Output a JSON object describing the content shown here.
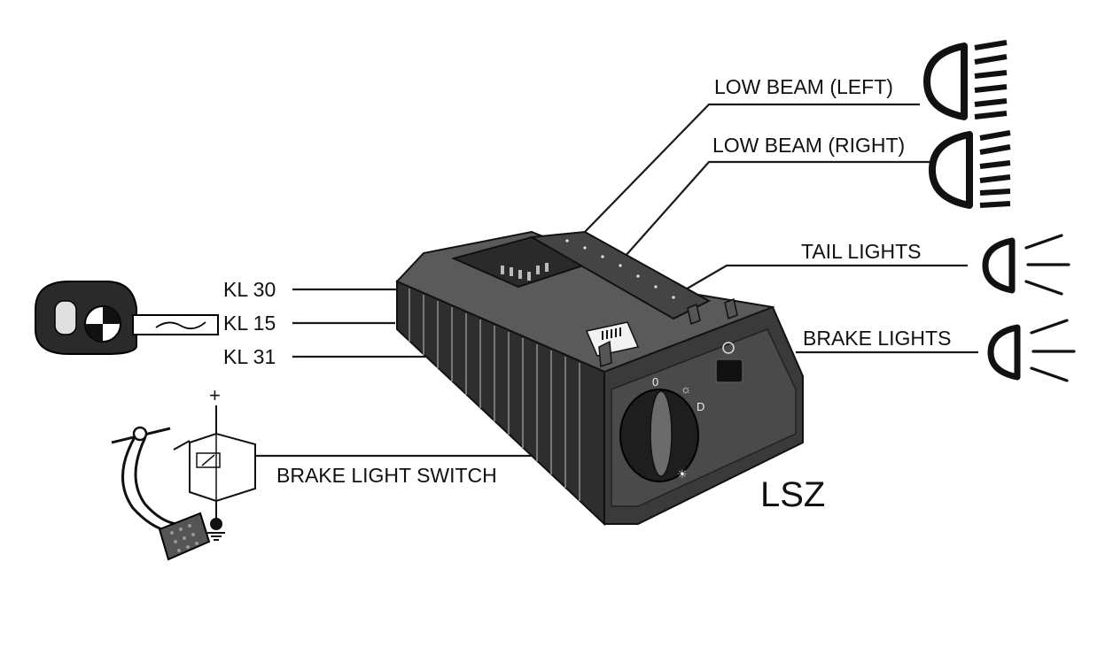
{
  "labels": {
    "low_beam_left": "LOW BEAM (LEFT)",
    "low_beam_right": "LOW BEAM (RIGHT)",
    "tail_lights": "TAIL LIGHTS",
    "brake_lights": "BRAKE LIGHTS",
    "kl30": "KL 30",
    "kl15": "KL 15",
    "kl31": "KL 31",
    "brake_light_switch": "BRAKE LIGHT SWITCH",
    "module": "LSZ",
    "plus": "+",
    "switch_positions": [
      "0",
      "☼",
      "D",
      "☀"
    ]
  },
  "colors": {
    "ink": "#111111",
    "module_body": "#3a3a3a",
    "module_dark": "#1e1e1e",
    "module_light": "#6b6b6b",
    "background": "#ffffff"
  },
  "icons": [
    "car-key-icon",
    "low-beam-left-icon",
    "low-beam-right-icon",
    "tail-light-icon",
    "brake-light-icon",
    "brake-pedal-icon",
    "brake-switch-icon",
    "ground-icon",
    "light-switch-knob-icon"
  ]
}
